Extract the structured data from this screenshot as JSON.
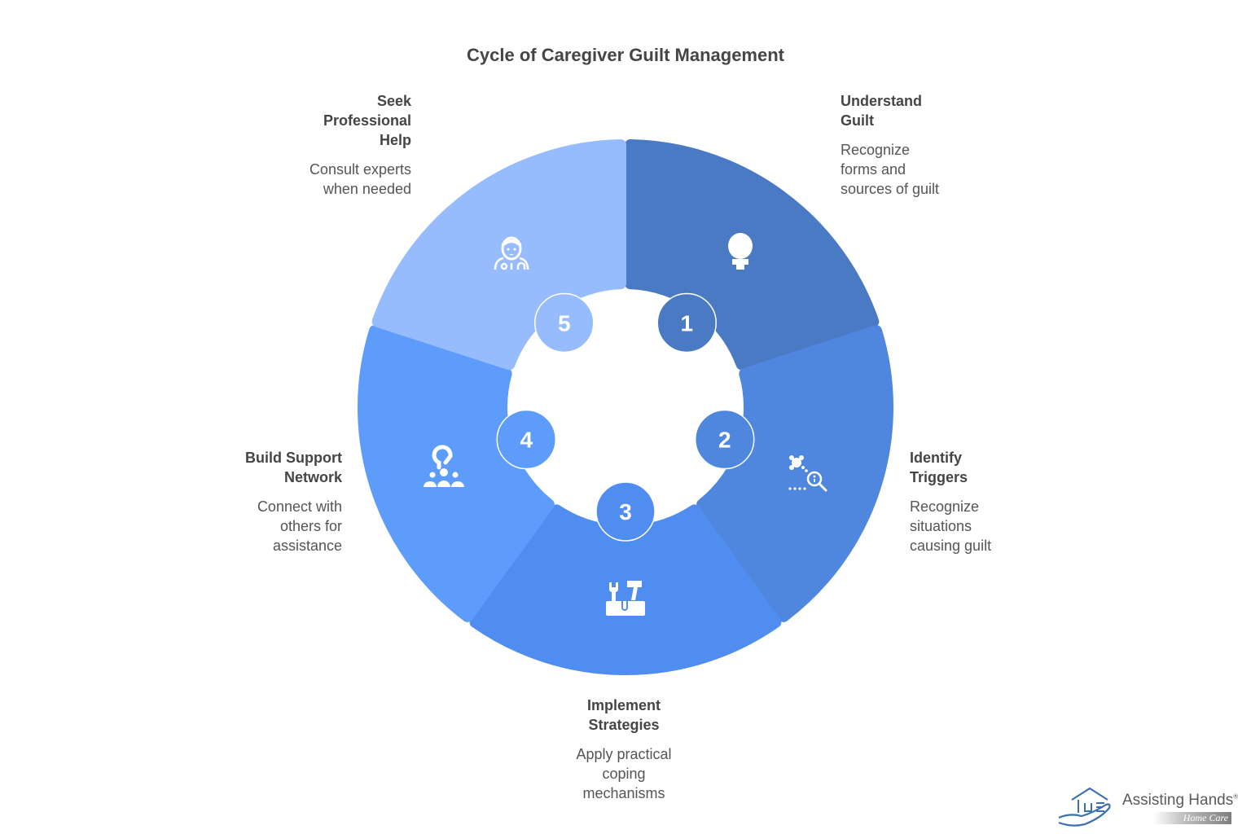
{
  "title": "Cycle of Caregiver Guilt Management",
  "steps": [
    {
      "number": "1",
      "title": "Understand Guilt",
      "title_lines": [
        "Understand",
        "Guilt"
      ],
      "description_lines": [
        "Recognize",
        "forms and",
        "sources of guilt"
      ],
      "icon": "lightbulb-icon",
      "color": "#4a7ac4"
    },
    {
      "number": "2",
      "title": "Identify Triggers",
      "title_lines": [
        "Identify",
        "Triggers"
      ],
      "description_lines": [
        "Recognize",
        "situations",
        "causing guilt"
      ],
      "icon": "trigger-search-icon",
      "color": "#5087de"
    },
    {
      "number": "3",
      "title": "Implement Strategies",
      "title_lines": [
        "Implement",
        "Strategies"
      ],
      "description_lines": [
        "Apply practical",
        "coping",
        "mechanisms"
      ],
      "icon": "toolbox-icon",
      "color": "#508df0"
    },
    {
      "number": "4",
      "title": "Build Support Network",
      "title_lines": [
        "Build Support",
        "Network"
      ],
      "description_lines": [
        "Connect with",
        "others for",
        "assistance"
      ],
      "icon": "support-group-icon",
      "color": "#5e9cfb"
    },
    {
      "number": "5",
      "title": "Seek Professional Help",
      "title_lines": [
        "Seek",
        "Professional",
        "Help"
      ],
      "description_lines": [
        "Consult experts",
        "when needed"
      ],
      "icon": "doctor-icon",
      "color": "#96bcfd"
    }
  ],
  "logo": {
    "brand": "Assisting Hands",
    "registered": "®",
    "tagline": "Home Care"
  }
}
